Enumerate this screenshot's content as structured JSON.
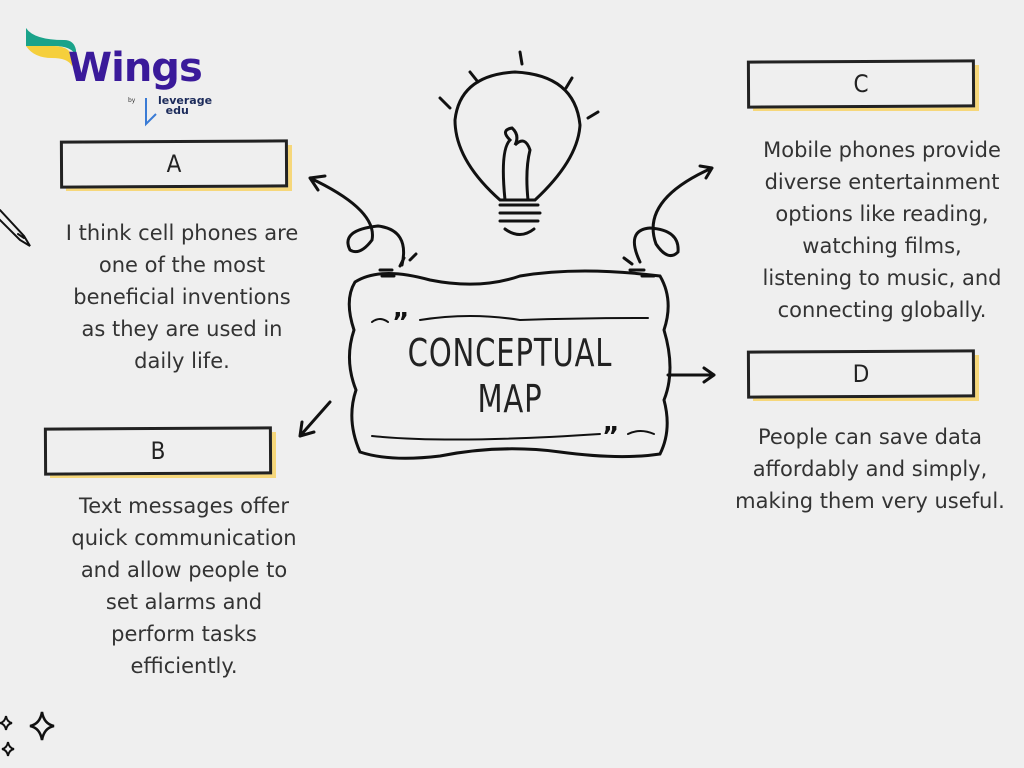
{
  "logo": {
    "name": "Wings",
    "by": "by",
    "partner": "leverage",
    "partner_sub": "edu"
  },
  "center": {
    "title_line1": "CONCEPTUAL",
    "title_line2": "MAP"
  },
  "nodes": {
    "a": {
      "label": "A",
      "text": "I think cell phones are\none of the most\nbeneficial inventions\nas they are used in\ndaily life."
    },
    "b": {
      "label": "B",
      "text": "Text messages offer\nquick communication\nand allow people to\nset alarms and\nperform tasks\nefficiently."
    },
    "c": {
      "label": "C",
      "text": "Mobile phones provide\ndiverse entertainment\noptions like reading,\nwatching films,\nlistening to music, and\nconnecting globally."
    },
    "d": {
      "label": "D",
      "text": "People can save data\naffordably and simply,\nmaking them very useful."
    }
  },
  "colors": {
    "background": "#efefef",
    "accent_yellow": "#f6d77a",
    "logo_purple": "#3a1a9a",
    "logo_teal": "#1aa38a"
  }
}
